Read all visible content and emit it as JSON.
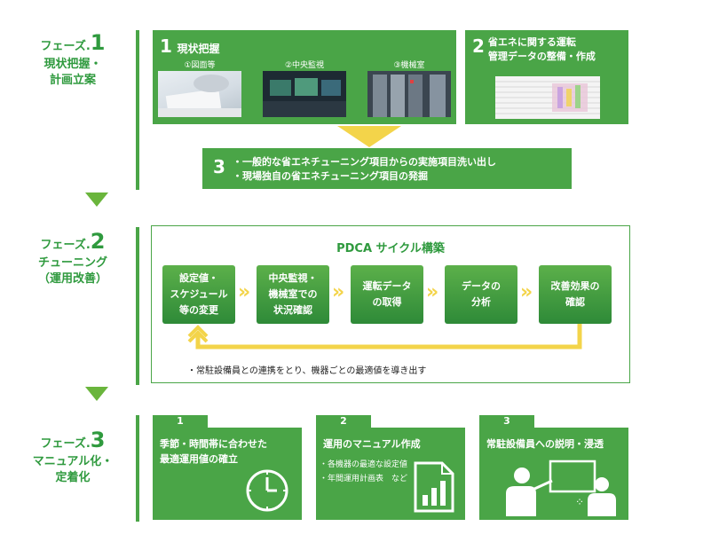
{
  "phases": [
    {
      "prefix": "フェーズ.",
      "number": "1",
      "subtitle": "現状把握・\n計画立案"
    },
    {
      "prefix": "フェーズ.",
      "number": "2",
      "subtitle": "チューニング\n（運用改善）"
    },
    {
      "prefix": "フェーズ.",
      "number": "3",
      "subtitle": "マニュアル化・\n定着化"
    }
  ],
  "phase1": {
    "box1": {
      "number": "1",
      "title": "現状把握",
      "photos": [
        {
          "caption": "①図面等"
        },
        {
          "caption": "②中央監視"
        },
        {
          "caption": "③機械室"
        }
      ]
    },
    "box2": {
      "number": "2",
      "title": "省エネに関する運転\n管理データの整備・作成"
    },
    "box3": {
      "number": "3",
      "lines": [
        "・一般的な省エネチューニング項目からの実施項目洗い出し",
        "・現場独自の省エネチューニング項目の発掘"
      ]
    }
  },
  "phase2": {
    "title": "PDCA サイクル構築",
    "steps": [
      "設定値・\nスケジュール\n等の変更",
      "中央監視・\n機械室での\n状況確認",
      "運転データ\nの取得",
      "データの\n分析",
      "改善効果の\n確認"
    ],
    "note": "・常駐設備員との連携をとり、機器ごとの最適値を導き出す"
  },
  "phase3": {
    "cards": [
      {
        "number": "1",
        "title": "季節・時間帯に合わせた\n最適運用値の確立",
        "bullets": []
      },
      {
        "number": "2",
        "title": "運用のマニュアル作成",
        "bullets": [
          "・各機器の最適な設定値",
          "・年間運用計画表　など"
        ]
      },
      {
        "number": "3",
        "title": "常駐設備員への説明・浸透",
        "bullets": []
      }
    ]
  },
  "colors": {
    "green": "#4aa547",
    "dark_green": "#2f9a3e",
    "yellow": "#f3d44a"
  }
}
